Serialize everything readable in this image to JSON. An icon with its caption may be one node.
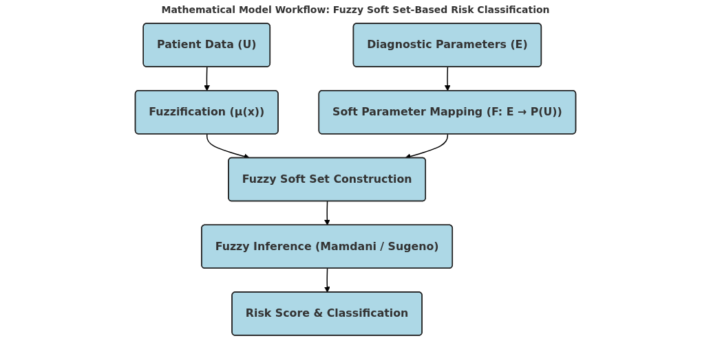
{
  "diagram": {
    "title": "Mathematical Model Workflow: Fuzzy Soft Set-Based Risk Classification",
    "nodes": [
      {
        "text": [
          "Patient Data (U)"
        ]
      },
      {
        "text": [
          "Diagnostic Parameters (E)"
        ]
      },
      {
        "text": [
          "Fuzzification (μ(x))"
        ]
      },
      {
        "text": [
          "Soft Parameter Mapping (F: E → P(U))"
        ]
      },
      {
        "text": [
          "Fuzzy Soft Set Construction"
        ]
      },
      {
        "text": [
          "Fuzzy Inference (Mamdani / Sugeno)"
        ]
      },
      {
        "text": [
          "Risk Score & Classification"
        ]
      }
    ],
    "edges": [
      {
        "from": 0,
        "to": 2,
        "arrow": "to"
      },
      {
        "from": 1,
        "to": 3,
        "arrow": "to"
      },
      {
        "from": 2,
        "to": 4,
        "arrow": "to"
      },
      {
        "from": 3,
        "to": 4,
        "arrow": "to"
      },
      {
        "from": 4,
        "to": 5,
        "arrow": "to"
      },
      {
        "from": 5,
        "to": 6,
        "arrow": "to"
      }
    ]
  }
}
